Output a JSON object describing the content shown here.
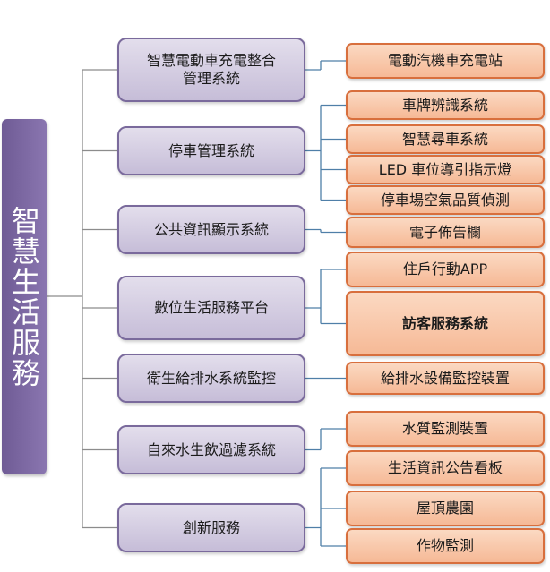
{
  "root": {
    "label": "智慧生活服務"
  },
  "colors": {
    "root_fill": "#7a67a0",
    "mid_fill": "#d8d1e6",
    "mid_border": "#7a6a9c",
    "leaf_fill": "#f8c7a8",
    "leaf_border": "#d86f3d",
    "connector_left": "#8c8c8c",
    "connector_right": "#4f7fa8"
  },
  "categories": [
    {
      "label": "智慧電動車充電整合\n管理系統",
      "items": [
        {
          "label": "電動汽機車充電站"
        }
      ]
    },
    {
      "label": "停車管理系統",
      "items": [
        {
          "label": "車牌辨識系統"
        },
        {
          "label": "智慧尋車系統"
        },
        {
          "label": "LED 車位導引指示燈"
        },
        {
          "label": "停車場空氣品質偵測"
        }
      ]
    },
    {
      "label": "公共資訊顯示系統",
      "items": [
        {
          "label": "電子佈告欄"
        }
      ]
    },
    {
      "label": "數位生活服務平台",
      "items": [
        {
          "label": "住戶行動APP"
        },
        {
          "label": "訪客服務系統"
        }
      ]
    },
    {
      "label": "衛生給排水系統監控",
      "items": [
        {
          "label": "給排水設備監控裝置"
        }
      ]
    },
    {
      "label": "自來水生飲過濾系統",
      "items": [
        {
          "label": "水質監測裝置"
        }
      ]
    },
    {
      "label": "創新服務",
      "items": [
        {
          "label": "生活資訊公告看板"
        },
        {
          "label": "屋頂農園"
        },
        {
          "label": "作物監測"
        }
      ]
    }
  ]
}
